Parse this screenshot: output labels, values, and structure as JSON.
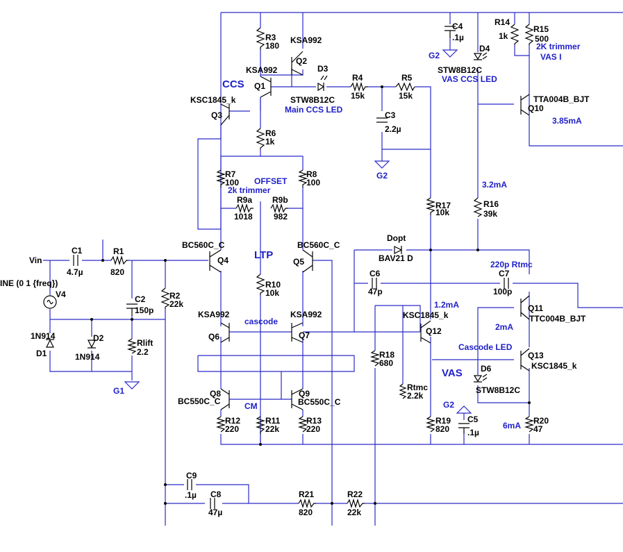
{
  "labels": {
    "R3": "R3",
    "R3v": "180",
    "Q2": "KSA992",
    "Q2n": "Q2",
    "Q1": "KSA992",
    "Q1n": "Q1",
    "D3": "D3",
    "R4": "R4",
    "R4v": "15k",
    "R5": "R5",
    "R5v": "15k",
    "C4": "C4",
    "C4v": ".1µ",
    "G2a": "G2",
    "R14": "R14",
    "R14v": "1k",
    "R15": "R15",
    "R15v": "500",
    "D4": "D4",
    "D4p": "STW8B12C",
    "D3p": "STW8B12C",
    "C3": "C3",
    "C3v": "2.2µ",
    "G2b": "G2",
    "Q3": "KSC1845_k",
    "Q3n": "Q3",
    "R6": "R6",
    "R6v": "1k",
    "R7": "R7",
    "R7v": "100",
    "R8": "R8",
    "R8v": "100",
    "R9a": "R9a",
    "R9av": "1018",
    "R9b": "R9b",
    "R9bv": "982",
    "R17": "R17",
    "R17v": "10k",
    "R16": "R16",
    "R16v": "39k",
    "Q10": "TTA004B_BJT",
    "Q10n": "Q10",
    "Vin": "Vin",
    "C1": "C1",
    "C1v": "4.7µ",
    "R1": "R1",
    "R1v": "820",
    "V4src": "INE (0 1 {freq})",
    "V4": "V4",
    "C2": "C2",
    "C2v": "150p",
    "R2": "R2",
    "R2v": "22k",
    "Q4": "BC560C_C",
    "Q4n": "Q4",
    "Q5": "BC560C_C",
    "Q5n": "Q5",
    "Dopt": "Dopt",
    "Doptp": "BAV21 D",
    "C6": "C6",
    "C6v": "47p",
    "C7": "C7",
    "C7v": "100p",
    "R10": "R10",
    "R10v": "10k",
    "D1p": "1N914",
    "D1": "D1",
    "D2": "D2",
    "D2p": "1N914",
    "Rlift": "Rlift",
    "Rliftv": "2.2",
    "G1": "G1",
    "Q6": "KSA992",
    "Q6n": "Q6",
    "Q7": "KSA992",
    "Q7n": "Q7",
    "Q11": "Q11",
    "Q11p": "TTC004B_BJT",
    "Q12": "KSC1845_k",
    "Q12n": "Q12",
    "R18": "R18",
    "R18v": "680",
    "Q13": "Q13",
    "Q13p": "KSC1845_k",
    "D6": "D6",
    "D6p": "STW8B12C",
    "Rtmc": "Rtmc",
    "Rtmcv": "2.2k",
    "Q8": "Q8",
    "Q8p": "BC550C_C",
    "Q9": "Q9",
    "Q9p": "BC550C_C",
    "G2c": "G2",
    "C5": "C5",
    "C5v": ".1µ",
    "R12": "R12",
    "R12v": "220",
    "R11": "R11",
    "R11v": "22k",
    "R13": "R13",
    "R13v": "220",
    "R19": "R19",
    "R19v": "820",
    "R20": "R20",
    "R20v": "47",
    "C9": "C9",
    "C9v": ".1µ",
    "C8": "C8",
    "C8v": "47µ",
    "R21": "R21",
    "R21v": "820",
    "R22": "R22",
    "R22v": "22k"
  },
  "notes": {
    "ccs": "CCS",
    "main_ccs_led": "Main CCS LED",
    "trim_2k": "2K trimmer",
    "vas_i": "VAS I",
    "vas_ccs_led": "VAS CCS LED",
    "i_385": "3.85mA",
    "offset": "OFFSET",
    "trim_2k_b": "2k trimmer",
    "i_32": "3.2mA",
    "ltp": "LTP",
    "rtmc": "220p Rtmc",
    "i_12": "1.2mA",
    "cascode": "cascode",
    "i_2": "2mA",
    "cascode_led": "Cascode LED",
    "vas": "VAS",
    "cm": "CM",
    "i_6": "6mA"
  }
}
